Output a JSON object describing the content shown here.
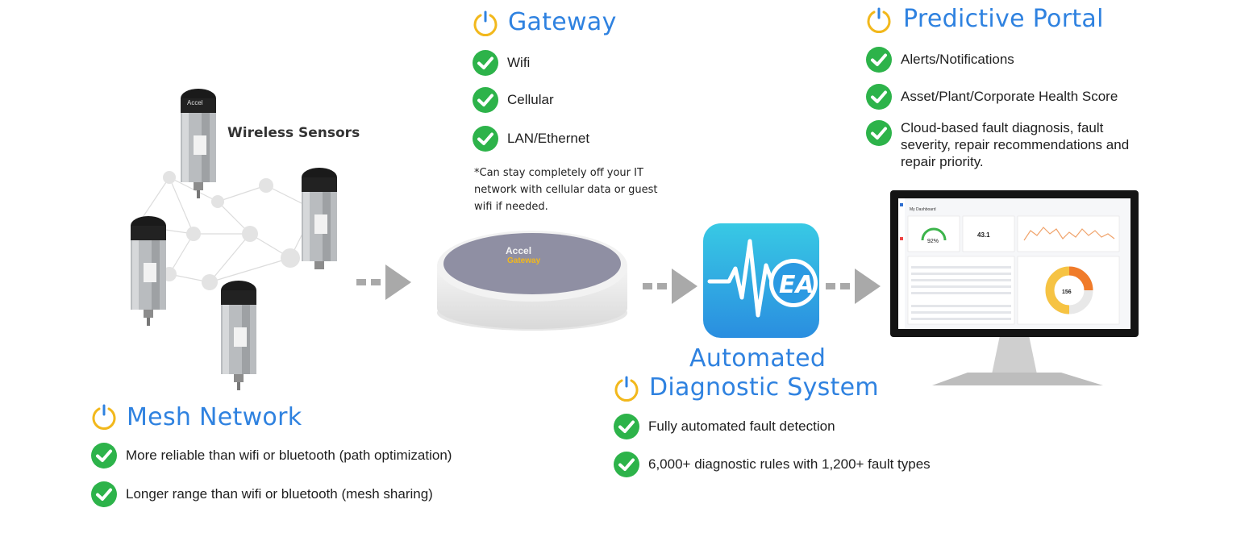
{
  "colors": {
    "accent_blue": "#2f82e0",
    "check_green": "#2db34a",
    "power_gold": "#f2b81c",
    "arrow_gray": "#a9a9a9"
  },
  "sensors": {
    "label": "Wireless Sensors",
    "device_brand": "Accel"
  },
  "mesh": {
    "title": "Mesh Network",
    "items": [
      "More reliable than wifi or bluetooth (path optimization)",
      "Longer range than wifi or bluetooth (mesh sharing)"
    ]
  },
  "gateway": {
    "title": "Gateway",
    "items": [
      "Wifi",
      "Cellular",
      "LAN/Ethernet"
    ],
    "note": "*Can stay completely off your IT network with cellular data or guest wifi if needed.",
    "device_brand": "Accel",
    "device_sub": "Gateway"
  },
  "ads": {
    "logo_text": "EA",
    "title_line1": "Automated",
    "title_line2": "Diagnostic System",
    "items": [
      "Fully automated fault detection",
      "6,000+ diagnostic rules with 1,200+ fault types"
    ]
  },
  "portal": {
    "title": "Predictive Portal",
    "items": [
      "Alerts/Notifications",
      "Asset/Plant/Corporate Health Score",
      "Cloud-based fault diagnosis, fault severity, repair recommendations and repair priority."
    ],
    "dashboard": {
      "heading": "My Dashboard",
      "health": "92%",
      "count": "43.1",
      "donut_value": "156"
    }
  }
}
